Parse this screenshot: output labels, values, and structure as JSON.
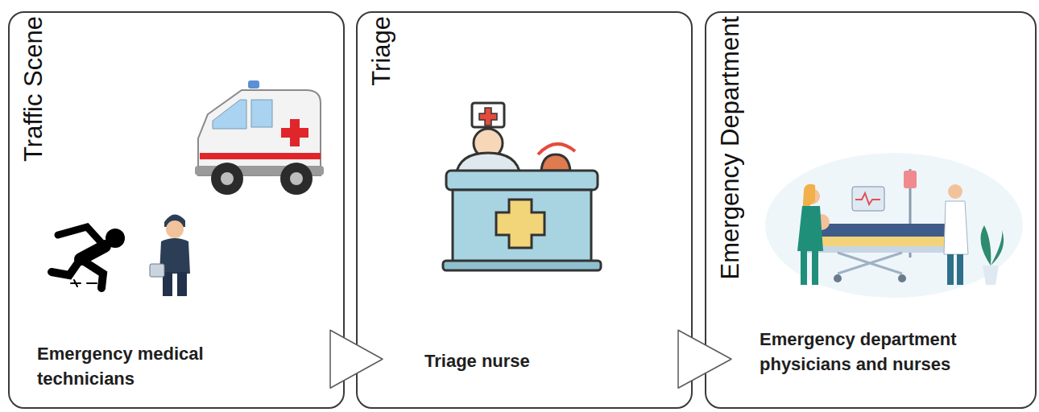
{
  "diagram": {
    "nodes": [
      {
        "text": [
          "Traffic Scene",
          "Emergency medical technicians"
        ]
      },
      {
        "text": [
          "Triage",
          "Triage nurse"
        ]
      },
      {
        "text": [
          "Emergency Department",
          "Emergency department physicians and nurses"
        ]
      }
    ],
    "edges": [
      {
        "from": 0,
        "to": 1,
        "arrow": "to"
      },
      {
        "from": 1,
        "to": 2,
        "arrow": "to"
      }
    ]
  }
}
